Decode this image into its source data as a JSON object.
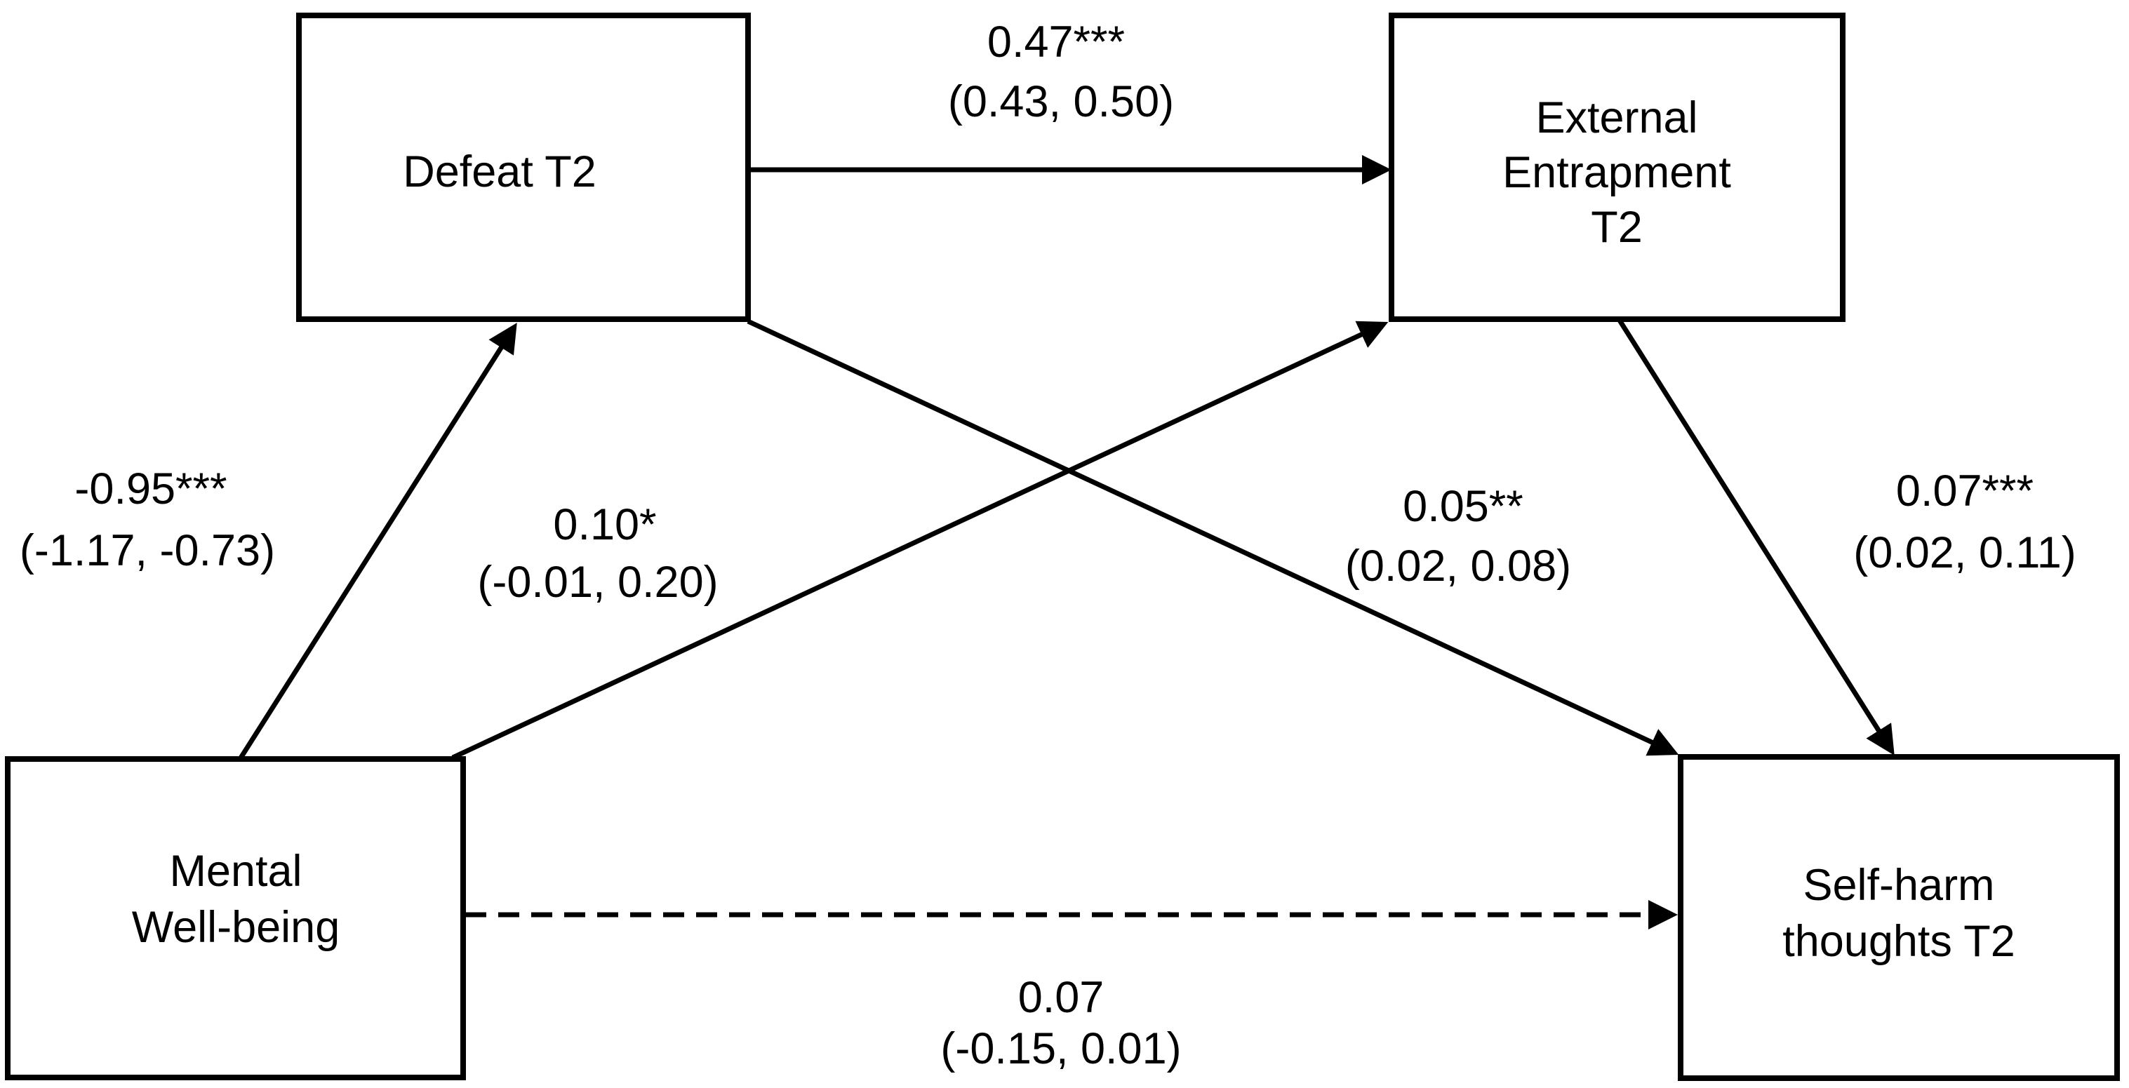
{
  "figure": {
    "type": "path-diagram",
    "description": "Mediation model: Mental Well-being to Self-harm thoughts T2 via Defeat T2 and External Entrapment T2",
    "colors": {
      "background": "#ffffff",
      "line": "#000000",
      "box_fill": "#ffffff",
      "text": "#000000"
    }
  },
  "nodes": {
    "defeat": {
      "lines": [
        "Defeat T2"
      ]
    },
    "external": {
      "lines": [
        "External",
        "Entrapment",
        "T2"
      ]
    },
    "mwb": {
      "lines": [
        "Mental",
        "Well-being"
      ]
    },
    "selfharm": {
      "lines": [
        "Self-harm",
        "thoughts T2"
      ]
    }
  },
  "paths": {
    "defeat_external": {
      "from": "Defeat T2",
      "to": "External Entrapment T2",
      "estimate": "0.47***",
      "ci": "(0.43, 0.50)",
      "style": "solid"
    },
    "mwb_defeat": {
      "from": "Mental Well-being",
      "to": "Defeat T2",
      "estimate": "-0.95***",
      "ci": "(-1.17, -0.73)",
      "style": "solid"
    },
    "mwb_external": {
      "from": "Mental Well-being",
      "to": "External Entrapment T2",
      "estimate": "0.10*",
      "ci": "(-0.01, 0.20)",
      "style": "solid"
    },
    "defeat_selfharm": {
      "from": "Defeat T2",
      "to": "Self-harm thoughts T2",
      "estimate": "0.05**",
      "ci": "(0.02, 0.08)",
      "style": "solid"
    },
    "external_selfharm": {
      "from": "External Entrapment T2",
      "to": "Self-harm thoughts T2",
      "estimate": "0.07***",
      "ci": "(0.02, 0.11)",
      "style": "solid"
    },
    "mwb_selfharm": {
      "from": "Mental Well-being",
      "to": "Self-harm thoughts T2",
      "estimate": "0.07",
      "ci": "(-0.15, 0.01)",
      "style": "dashed"
    }
  }
}
